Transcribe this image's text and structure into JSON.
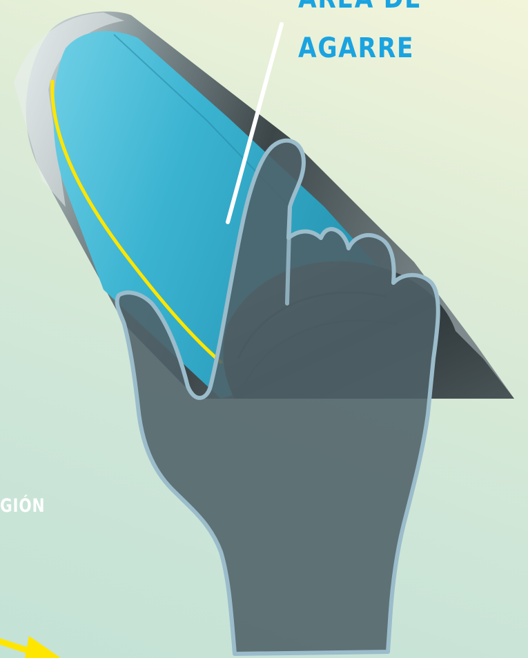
{
  "labels": {
    "title_line1": "ÁREA DE",
    "title_line2": "AGARRE",
    "side_label": "GIÓN"
  },
  "colors": {
    "title": "#1aa3e0",
    "side_label": "#ffffff",
    "cylinder_blue": "#3bb6d3",
    "hand_fill": "#4e6168",
    "hand_outline": "#9bbccb",
    "grip_highlight": "#ffe600",
    "pointer_line": "#ffffff",
    "arrow": "#ffe600"
  },
  "icons": {
    "pointer": "leader-line",
    "arrow": "yellow-arrow"
  }
}
